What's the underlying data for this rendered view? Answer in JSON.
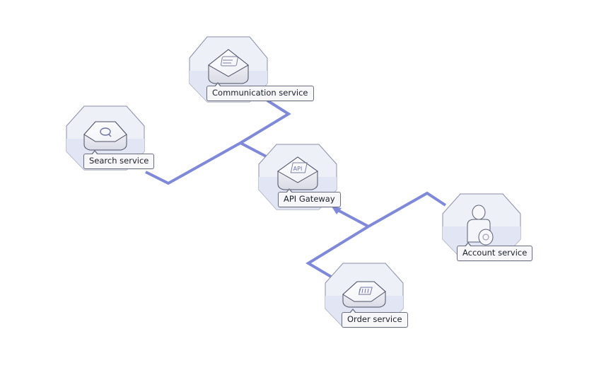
{
  "diagram": {
    "title": "",
    "colors": {
      "connector": "#8089d8",
      "plate_fill": "#eceef8",
      "plate_stroke": "#8a8ea6",
      "box_stroke": "#4b4f63",
      "label_border": "#6b6f80",
      "label_bg": "#f7f7f9"
    },
    "nodes": [
      {
        "id": "communication",
        "label": "Communication service",
        "icon": "chat-bubble-icon"
      },
      {
        "id": "search",
        "label": "Search service",
        "icon": "magnifier-icon"
      },
      {
        "id": "gateway",
        "label": "API Gateway",
        "icon": "api-icon",
        "icon_text": "API"
      },
      {
        "id": "account",
        "label": "Account service",
        "icon": "user-gear-icon"
      },
      {
        "id": "order",
        "label": "Order service",
        "icon": "document-list-icon"
      }
    ],
    "edges": [
      {
        "from": "communication",
        "to": "gateway",
        "arrow": true
      },
      {
        "from": "search",
        "to": "gateway",
        "arrow": true
      },
      {
        "from": "account",
        "to": "gateway",
        "arrow": true
      },
      {
        "from": "order",
        "to": "gateway",
        "arrow": true
      }
    ]
  }
}
